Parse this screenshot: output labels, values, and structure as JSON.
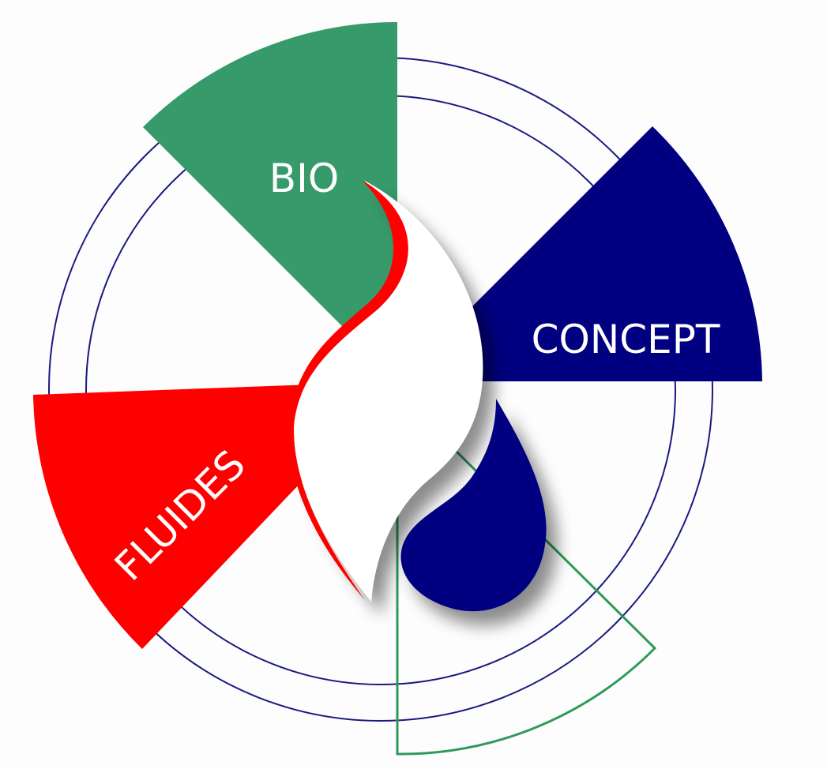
{
  "logo": {
    "labels": {
      "bio": "BIO",
      "concept": "CONCEPT",
      "fluides": "FLUIDES"
    },
    "colors": {
      "green": "#379a6a",
      "navy": "#000080",
      "red": "#ff0000",
      "ring": "#1a1a80",
      "outline_green": "#2e9a5a"
    }
  }
}
